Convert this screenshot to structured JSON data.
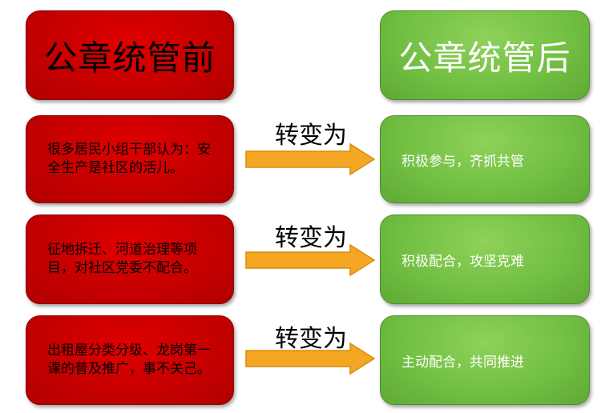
{
  "headers": {
    "left": "公章统管前",
    "right": "公章统管后"
  },
  "rows": [
    {
      "before": "很多居民小组干部认为：安全生产是社区的活儿。",
      "transition": "转变为",
      "after": "积极参与，齐抓共管"
    },
    {
      "before": "征地拆迁、河道治理等项目，对社区党委不配合。",
      "transition": "转变为",
      "after": "积极配合，攻坚克难"
    },
    {
      "before": "出租屋分类分级、龙岗第一课的普及推广，事不关己。",
      "transition": "转变为",
      "after": "主动配合，共同推进"
    }
  ],
  "colors": {
    "red": "#c40000",
    "green": "#72c043",
    "arrow": "#f5a623"
  }
}
